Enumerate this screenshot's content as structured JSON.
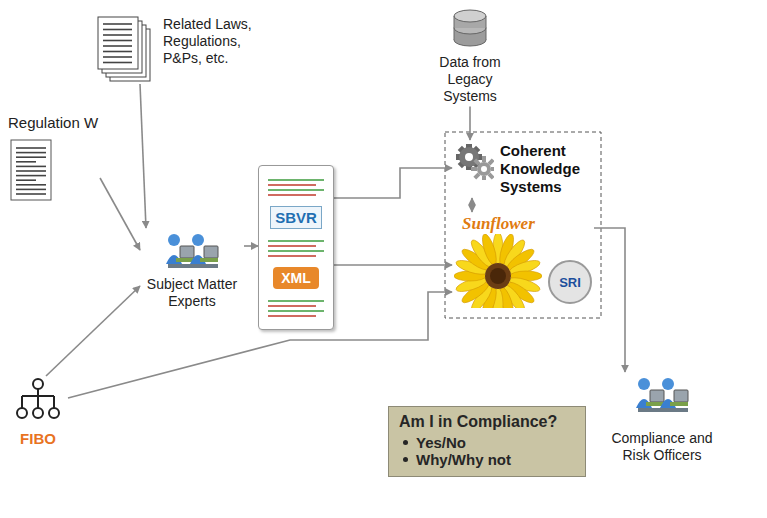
{
  "diagram": {
    "nodes": [
      {
        "text": [
          "Regulation W"
        ]
      },
      {
        "text": [
          "Related Laws, Regulations, P&Ps, etc."
        ]
      },
      {
        "text": [
          "Subject Matter Experts"
        ]
      },
      {
        "text": [
          "FIBO"
        ]
      },
      {
        "text": [
          "SBVR",
          "XML"
        ]
      },
      {
        "text": [
          "Data from Legacy Systems"
        ]
      },
      {
        "text": [
          "Coherent Knowledge Systems"
        ]
      },
      {
        "text": [
          "Sunflower",
          "SRI"
        ]
      },
      {
        "text": [
          "Am I in Compliance?",
          "Yes/No",
          "Why/Why not"
        ]
      },
      {
        "text": [
          "Compliance and Risk Officers"
        ]
      }
    ],
    "edges": [
      {
        "from": 0,
        "to": 2,
        "arrow": "to"
      },
      {
        "from": 1,
        "to": 2,
        "arrow": "to"
      },
      {
        "from": 3,
        "to": 2,
        "arrow": "to"
      },
      {
        "from": 2,
        "to": 4,
        "arrow": "to"
      },
      {
        "from": 4,
        "to": 6,
        "arrow": "to"
      },
      {
        "from": 4,
        "to": 7,
        "arrow": "to"
      },
      {
        "from": 3,
        "to": 7,
        "arrow": "to"
      },
      {
        "from": 5,
        "to": 6,
        "arrow": "to"
      },
      {
        "from": 6,
        "to": 7,
        "arrow": "both"
      },
      {
        "from": 7,
        "to": 9,
        "arrow": "to"
      }
    ]
  }
}
